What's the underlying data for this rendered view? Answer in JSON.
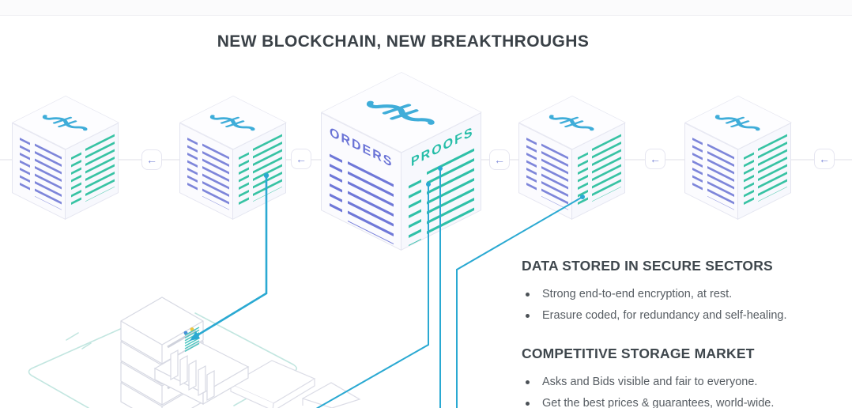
{
  "page": {
    "title": "NEW BLOCKCHAIN, NEW BREAKTHROUGHS"
  },
  "diagram": {
    "center_cube": {
      "left_face_label": "ORDERS",
      "right_face_label": "PROOFS"
    },
    "arrow_glyph": "←",
    "colors": {
      "purple_lines": "#7e86da",
      "teal_lines": "#38c3a4",
      "cyan_connections": "#2aa9d2",
      "logo_blue": "#3fadd9"
    }
  },
  "sections": [
    {
      "heading": "DATA STORED IN SECURE SECTORS",
      "bullets": [
        "Strong end-to-end encryption, at rest.",
        "Erasure coded, for redundancy and self-healing."
      ]
    },
    {
      "heading": "COMPETITIVE STORAGE MARKET",
      "bullets": [
        "Asks and Bids visible and fair to everyone.",
        "Get the best prices & guarantees, world-wide."
      ]
    }
  ]
}
